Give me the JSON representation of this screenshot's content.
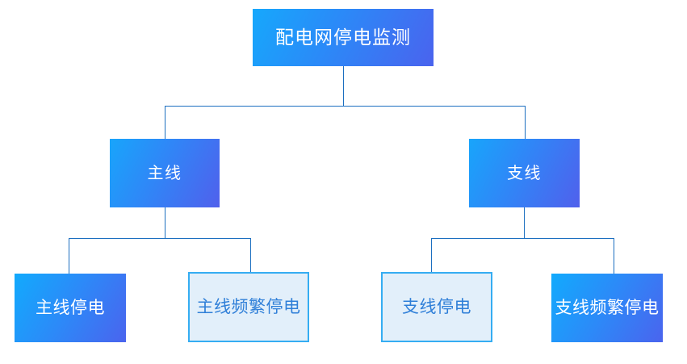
{
  "diagram": {
    "type": "tree",
    "title_node": {
      "label": "配电网停电监测",
      "style": "gradient-blue-filled",
      "text_color": "#FFFFFF"
    },
    "level2": [
      {
        "label": "主线",
        "style": "gradient-blue-filled",
        "text_color": "#FFFFFF"
      },
      {
        "label": "支线",
        "style": "gradient-blue-filled",
        "text_color": "#FFFFFF"
      }
    ],
    "level3": [
      {
        "label": "主线停电",
        "style": "gradient-blue-filled",
        "text_color": "#FFFFFF"
      },
      {
        "label": "主线频繁停电",
        "style": "light-outlined",
        "text_color": "#2F7FD8"
      },
      {
        "label": "支线停电",
        "style": "light-outlined",
        "text_color": "#2F7FD8"
      },
      {
        "label": "支线频繁停电",
        "style": "gradient-blue-filled",
        "text_color": "#FFFFFF"
      }
    ],
    "colors": {
      "gradient_start": "#16A8FC",
      "gradient_end": "#4A63EE",
      "outline_border": "#35ADF2",
      "outline_fill": "#E2EFFA",
      "outline_text": "#2F7FD8",
      "connector_line": "#1C6FC0",
      "background": "#FFFFFF"
    }
  }
}
